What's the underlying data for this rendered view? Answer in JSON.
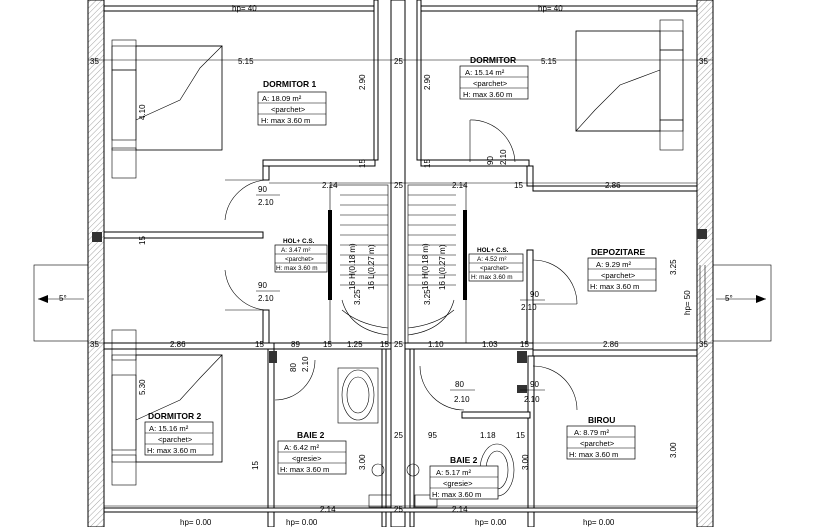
{
  "top_labels": {
    "hp_left": "hp= 40",
    "hp_right": "hp= 40"
  },
  "bottom_labels": {
    "hp_1": "hp= 0.00",
    "hp_2": "hp= 0.00",
    "hp_3": "hp= 0.00",
    "hp_4": "hp= 0.00"
  },
  "rooms": {
    "dormitor1": {
      "name": "DORMITOR 1",
      "area": "A: 18.09 m²",
      "floor": "<parchet>",
      "height": "H: max 3.60 m"
    },
    "dormitor": {
      "name": "DORMITOR",
      "area": "A: 15.14 m²",
      "floor": "<parchet>",
      "height": "H: max 3.60 m"
    },
    "hol_left": {
      "name": "HOL+ C.S.",
      "area": "A: 3.47 m²",
      "floor": "<parchet>",
      "height": "H: max 3.60 m"
    },
    "hol_right": {
      "name": "HOL+ C.S.",
      "area": "A: 4.52 m²",
      "floor": "<parchet>",
      "height": "H: max 3.60 m"
    },
    "depozitare": {
      "name": "DEPOZITARE",
      "area": "A: 9.29 m²",
      "floor": "<parchet>",
      "height": "H: max 3.60 m"
    },
    "dormitor2": {
      "name": "DORMITOR 2",
      "area": "A: 15.16 m²",
      "floor": "<parchet>",
      "height": "H: max 3.60 m"
    },
    "baie2_left": {
      "name": "BAIE 2",
      "area": "A: 6.42 m²",
      "floor": "<gresie>",
      "height": "H: max 3.60 m"
    },
    "baie2_right": {
      "name": "BAIE 2",
      "area": "A: 5.17 m²",
      "floor": "<gresie>",
      "height": "H: max 3.60 m"
    },
    "birou": {
      "name": "BIROU",
      "area": "A: 8.79 m²",
      "floor": "<parchet>",
      "height": "H: max 3.60 m"
    }
  },
  "dimensions": {
    "d_35_tl": "35",
    "d_515_l": "5.15",
    "d_25_t": "25",
    "d_515_r": "5.15",
    "d_35_tr": "35",
    "d_410": "4.10",
    "d_290_l": "2.90",
    "d_290_r": "2.90",
    "d_15_a": "15",
    "d_15_b": "15",
    "d_214_l": "2.14",
    "d_25_m": "25",
    "d_214_r": "2.14",
    "d_15_c": "15",
    "d_286_r": "2.86",
    "d_15_left": "15",
    "d_325_l": "3.25",
    "d_325_r": "3.25",
    "d_325_far": "3.25",
    "d_50": "hp= 50",
    "stair_l1": "16 H(0.18 m)",
    "stair_l2": "16 L(0.27 m)",
    "stair_r1": "16 H(0.18 m)",
    "stair_r2": "16 L(0.27 m)",
    "d_35_ml": "35",
    "d_286_l": "2.86",
    "d_15_m1": "15",
    "d_89": "89",
    "d_15_m2": "15",
    "d_125": "1.25",
    "d_15_m3": "15",
    "d_25_mm": "25",
    "d_110": "1.10",
    "d_103": "1.03",
    "d_15_m4": "15",
    "d_286_mr": "2.86",
    "d_35_mr": "35",
    "d_530": "5.30",
    "d_300_l": "3.00",
    "d_25_b": "25",
    "d_95": "95",
    "d_118": "1.18",
    "d_300_m": "3.00",
    "d_300_r": "3.00",
    "d_15_bl": "15",
    "d_214_bl": "2.14",
    "d_214_br": "2.14",
    "d_25_bb": "25"
  },
  "doors": {
    "door1": {
      "w": "90",
      "h": "2.10"
    },
    "door2": {
      "w": "90",
      "h": "2.10"
    },
    "door3": {
      "w": "90",
      "h": "2.10"
    },
    "door4": {
      "w": "90",
      "h": "2.10"
    },
    "door5": {
      "w": "80",
      "h": "2.10"
    },
    "door6": {
      "w": "80",
      "h": "2.10"
    },
    "door7": {
      "w": "90",
      "h": "2.10"
    }
  },
  "slopes": {
    "left": "5°",
    "right": "5°"
  }
}
